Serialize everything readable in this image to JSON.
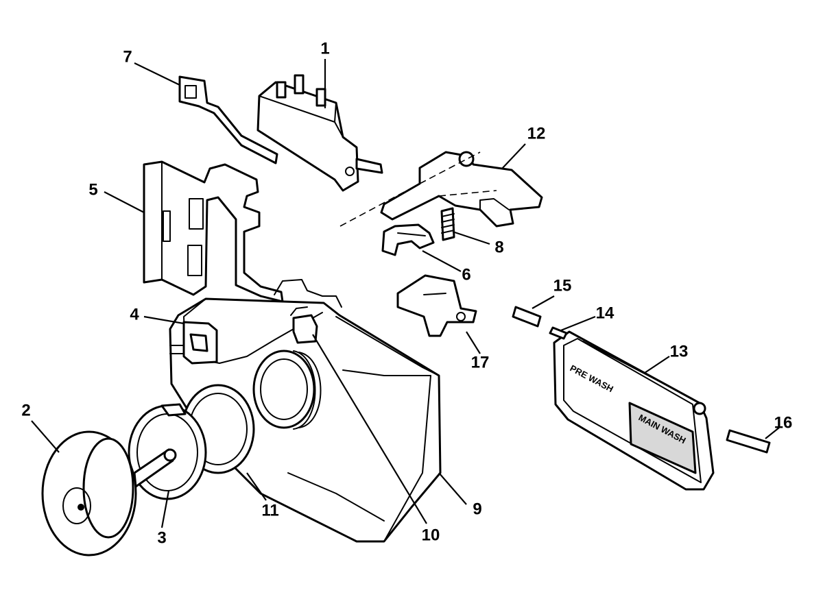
{
  "callouts": [
    {
      "id": "1",
      "label": "1"
    },
    {
      "id": "2",
      "label": "2"
    },
    {
      "id": "3",
      "label": "3"
    },
    {
      "id": "4",
      "label": "4"
    },
    {
      "id": "5",
      "label": "5"
    },
    {
      "id": "6",
      "label": "6"
    },
    {
      "id": "7",
      "label": "7"
    },
    {
      "id": "8",
      "label": "8"
    },
    {
      "id": "9",
      "label": "9"
    },
    {
      "id": "10",
      "label": "10"
    },
    {
      "id": "11",
      "label": "11"
    },
    {
      "id": "12",
      "label": "12"
    },
    {
      "id": "13",
      "label": "13"
    },
    {
      "id": "14",
      "label": "14"
    },
    {
      "id": "15",
      "label": "15"
    },
    {
      "id": "16",
      "label": "16"
    },
    {
      "id": "17",
      "label": "17"
    }
  ],
  "panel": {
    "label_upper": "PRE WASH",
    "label_lower": "MAIN WASH"
  }
}
